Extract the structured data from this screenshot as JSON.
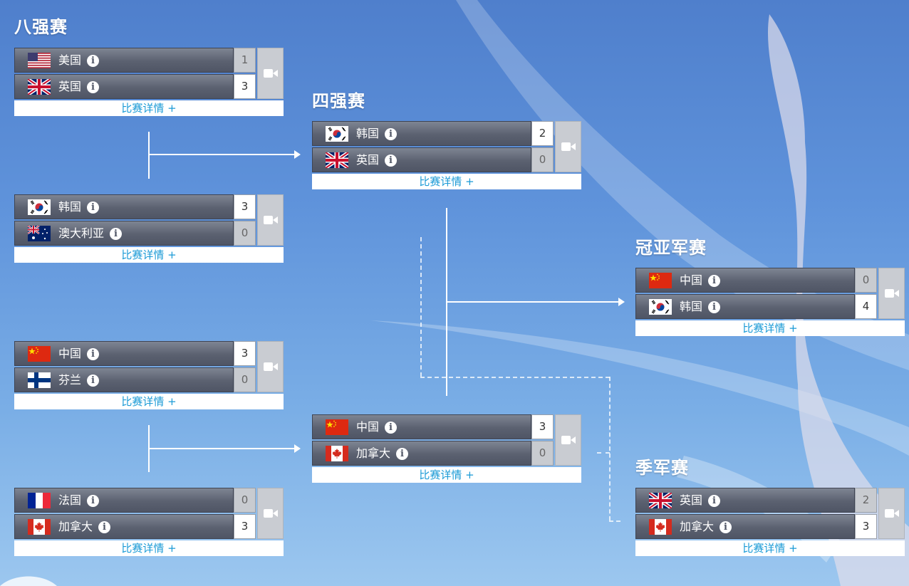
{
  "rounds": {
    "quarterfinals": "八强赛",
    "semifinals": "四强赛",
    "final": "冠亚军赛",
    "third_place": "季军赛"
  },
  "details_label": "比赛详情 +",
  "info_glyph": "i",
  "matches": [
    {
      "team1": {
        "name": "美国",
        "flag": "flag-usa-icon",
        "score": "1"
      },
      "team2": {
        "name": "英国",
        "flag": "flag-uk-icon",
        "score": "3"
      }
    },
    {
      "team1": {
        "name": "韩国",
        "flag": "flag-korea-icon",
        "score": "3"
      },
      "team2": {
        "name": "澳大利亚",
        "flag": "flag-australia-icon",
        "score": "0"
      }
    },
    {
      "team1": {
        "name": "中国",
        "flag": "flag-china-icon",
        "score": "3"
      },
      "team2": {
        "name": "芬兰",
        "flag": "flag-finland-icon",
        "score": "0"
      }
    },
    {
      "team1": {
        "name": "法国",
        "flag": "flag-france-icon",
        "score": "0"
      },
      "team2": {
        "name": "加拿大",
        "flag": "flag-canada-icon",
        "score": "3"
      }
    },
    {
      "team1": {
        "name": "韩国",
        "flag": "flag-korea-icon",
        "score": "2"
      },
      "team2": {
        "name": "英国",
        "flag": "flag-uk-icon",
        "score": "0"
      }
    },
    {
      "team1": {
        "name": "中国",
        "flag": "flag-china-icon",
        "score": "3"
      },
      "team2": {
        "name": "加拿大",
        "flag": "flag-canada-icon",
        "score": "0"
      }
    },
    {
      "team1": {
        "name": "中国",
        "flag": "flag-china-icon",
        "score": "0"
      },
      "team2": {
        "name": "韩国",
        "flag": "flag-korea-icon",
        "score": "4"
      }
    },
    {
      "team1": {
        "name": "英国",
        "flag": "flag-uk-icon",
        "score": "2"
      },
      "team2": {
        "name": "加拿大",
        "flag": "flag-canada-icon",
        "score": "3"
      }
    }
  ],
  "colors": {
    "details_text": "#1a9ad6",
    "team_bar": "#5b6170",
    "score_lose_bg": "#c8cbd0"
  }
}
